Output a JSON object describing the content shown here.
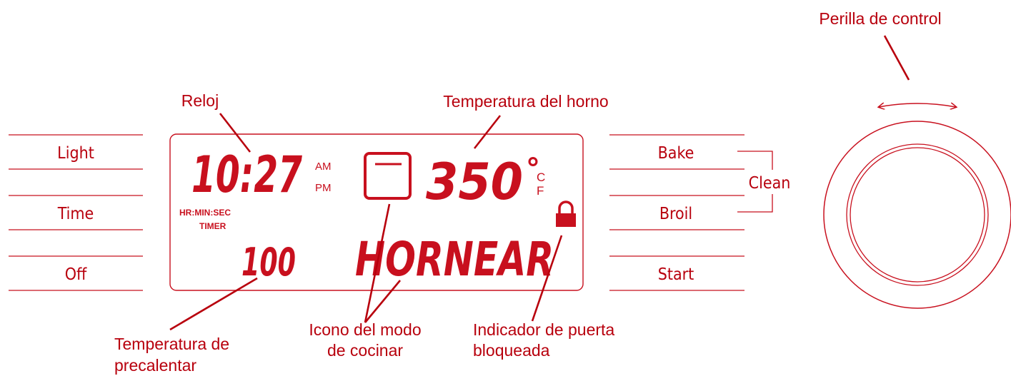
{
  "colors": {
    "accent": "#c8101e",
    "label": "#b8000d",
    "background": "#ffffff"
  },
  "left_buttons": [
    "Light",
    "Time",
    "Off"
  ],
  "right_buttons": [
    "Bake",
    "Broil",
    "Start"
  ],
  "clean_label": "Clean",
  "display": {
    "clock": "10:27",
    "am": "AM",
    "pm": "PM",
    "hr_min_sec": "HR:MIN:SEC",
    "timer": "TIMER",
    "preheat_value": "100",
    "oven_temp": "350",
    "degree": "°",
    "unit_c": "C",
    "unit_f": "F",
    "mode_text": "HORNEAR",
    "icons": {
      "cook_mode": "oven-square-icon",
      "door_lock": "padlock-icon"
    }
  },
  "callouts": {
    "clock": "Reloj",
    "oven_temperature": "Temperatura del horno",
    "knob": "Perilla de control",
    "preheat_line1": "Temperatura de",
    "preheat_line2": "precalentar",
    "mode_icon_line1": "Icono del modo",
    "mode_icon_line2": "de cocinar",
    "door_lock_line1": "Indicador de puerta",
    "door_lock_line2": "bloqueada"
  }
}
